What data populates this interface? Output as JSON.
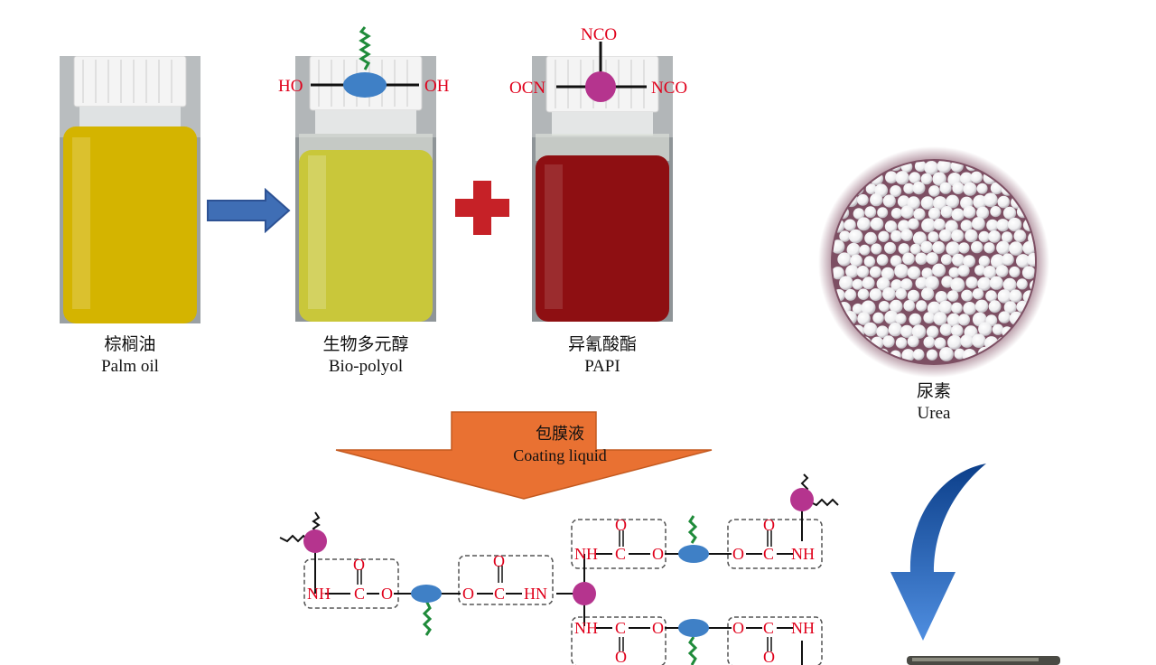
{
  "products": [
    {
      "cn": "棕榈油",
      "en": "Palm oil",
      "liquid": "#d4b400"
    },
    {
      "cn": "生物多元醇",
      "en": "Bio-polyol",
      "liquid": "#c9c73a"
    },
    {
      "cn": "异氰酸酯",
      "en": "PAPI",
      "liquid": "#8e0f12"
    }
  ],
  "urea": {
    "cn": "尿素",
    "en": "Urea"
  },
  "coating": {
    "cn": "包膜液",
    "en": "Coating liquid"
  },
  "polyol_groups": {
    "left": "HO",
    "right": "OH"
  },
  "papi_groups": {
    "top": "NCO",
    "left": "OCN",
    "right": "NCO"
  },
  "chem": {
    "O": "O",
    "C": "C",
    "NH": "NH",
    "HN": "HN"
  },
  "colors": {
    "arrow_blue": "#3f6eb5",
    "plus_red": "#c62127",
    "big_arrow": "#e97132",
    "label_red": "#e0001b",
    "polyol_node": "#3f80c6",
    "iso_node": "#b5348e"
  }
}
